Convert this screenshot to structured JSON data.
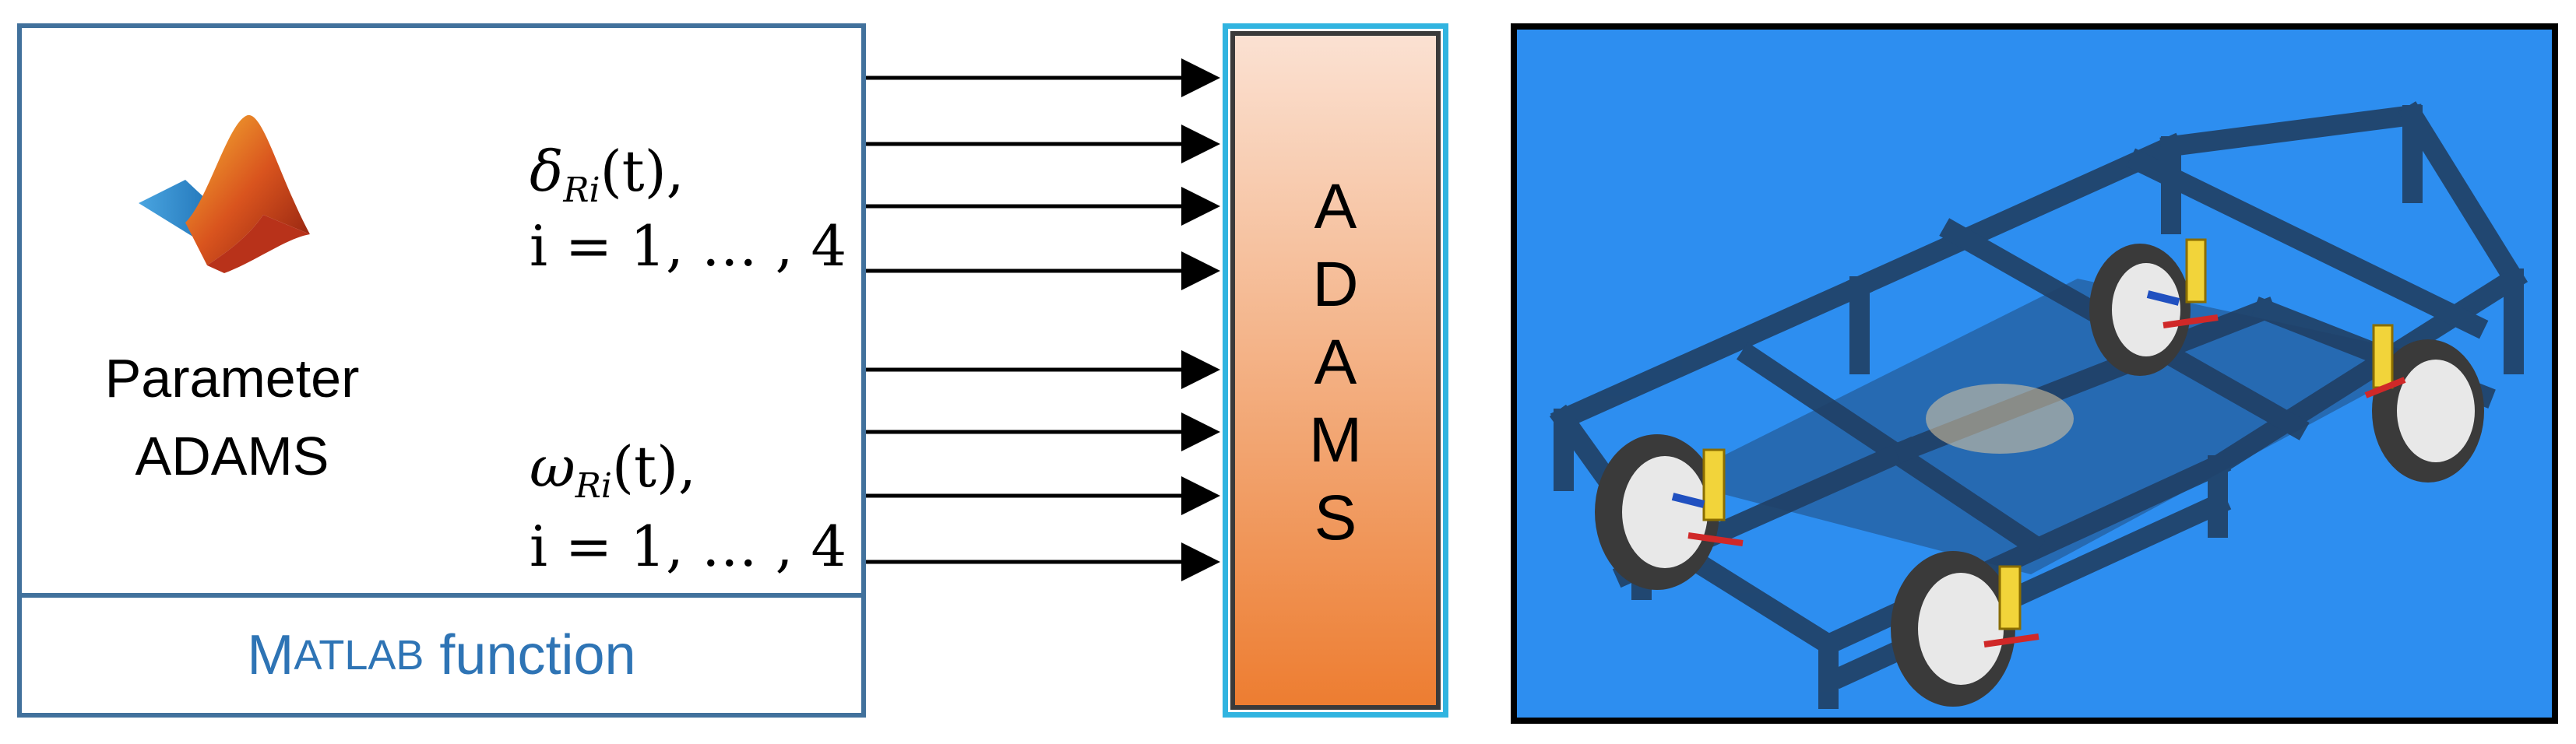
{
  "matlab_block": {
    "param_line1": "Parameter",
    "param_line2": "ADAMS",
    "footer_m": "M",
    "footer_atlab": "ATLAB",
    "footer_rest": " function",
    "logo_icon": "matlab-membrane-logo-icon"
  },
  "signals": {
    "delta": {
      "symbol": "δ",
      "sub": "Ri",
      "arg": "(t),",
      "range": "i = 1, … , 4"
    },
    "omega": {
      "symbol": "ω",
      "sub": "Ri",
      "arg": "(t),",
      "range": "i = 1, … , 4"
    }
  },
  "adams_block": {
    "letters": [
      "A",
      "D",
      "A",
      "M",
      "S"
    ]
  },
  "colors": {
    "matlab_border": "#41719c",
    "matlab_text": "#2e74b5",
    "adams_border": "#31b4e0",
    "adams_gradient_top": "#fbe1d2",
    "adams_gradient_bottom": "#ed7d31",
    "sim_background": "#2d8ef0"
  }
}
